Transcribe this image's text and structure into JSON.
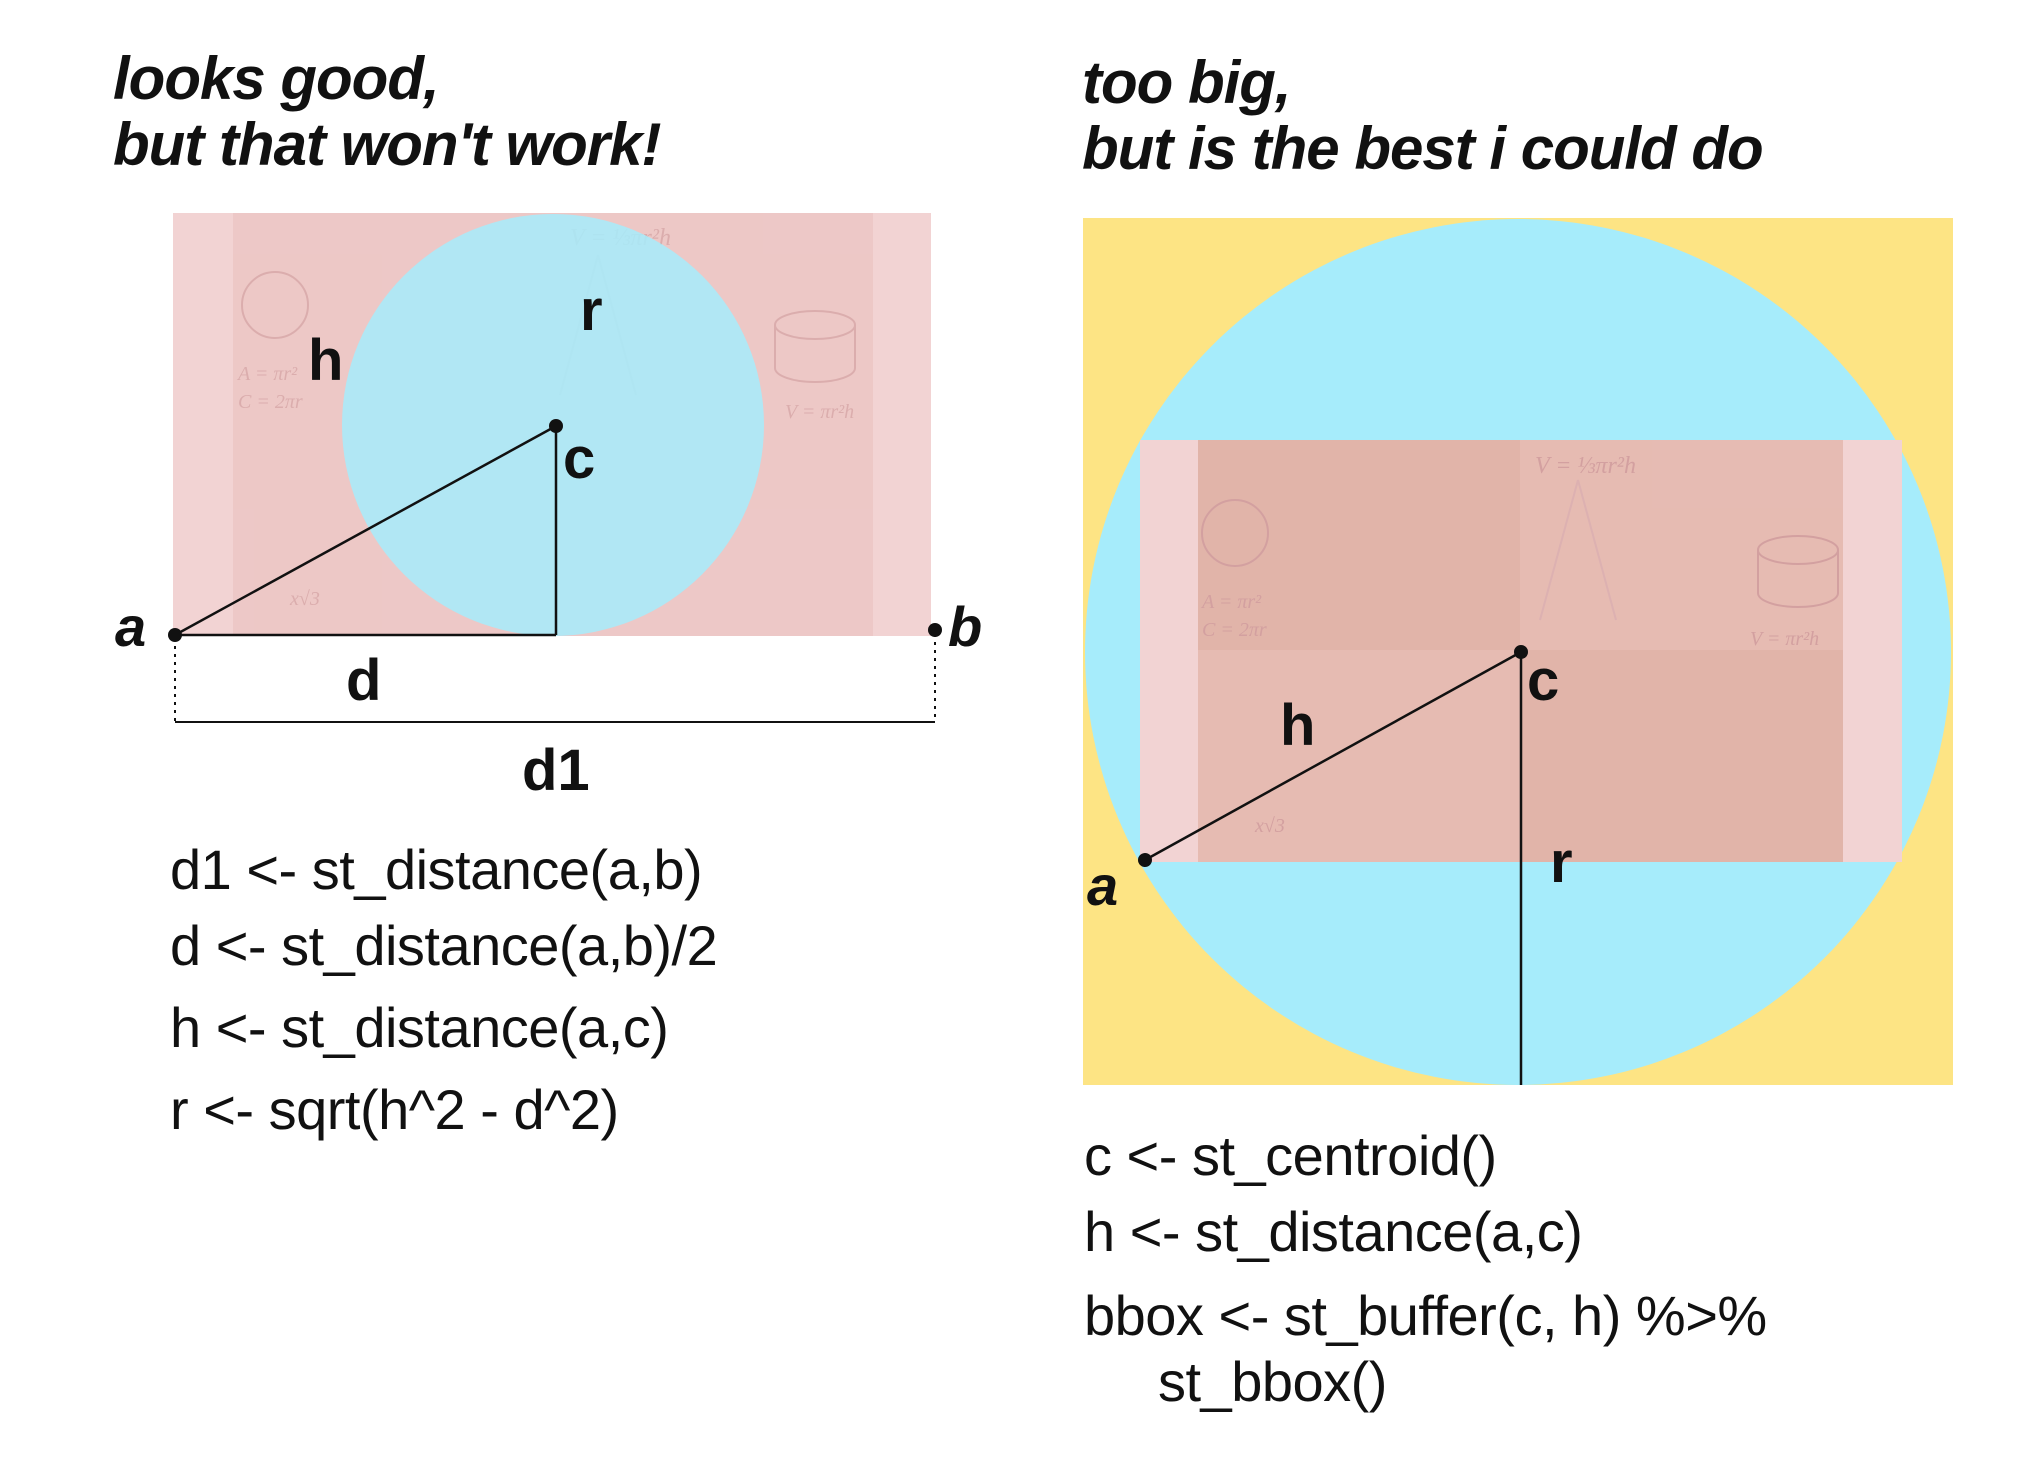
{
  "left_panel": {
    "title_line1": "looks good,",
    "title_line2": "but that won't work!",
    "labels": {
      "a": "a",
      "b": "b",
      "c": "c",
      "h": "h",
      "r": "r",
      "d": "d",
      "d1": "d1"
    },
    "code": [
      "d1 <- st_distance(a,b)",
      "d <- st_distance(a,b)/2",
      "h <- st_distance(a,c)",
      "r <- sqrt(h^2 - d^2)"
    ]
  },
  "right_panel": {
    "title_line1": "too big,",
    "title_line2": "but is the best i could do",
    "labels": {
      "a": "a",
      "c": "c",
      "h": "h",
      "r": "r"
    },
    "code": [
      "c <- st_centroid()",
      "h <- st_distance(a,c)",
      "bbox <- st_buffer(c, h) %>%",
      "st_bbox()"
    ]
  },
  "meme_formulas": [
    "V = ⅓πr²h",
    "A = πr²",
    "C = 2πr",
    "V = πr²h",
    "x√3"
  ],
  "colors": {
    "rect_pink": "#f2d3d3",
    "circle_cyan": "#a6ecfb",
    "bbox_yellow": "#fde484",
    "ink": "#111111"
  }
}
